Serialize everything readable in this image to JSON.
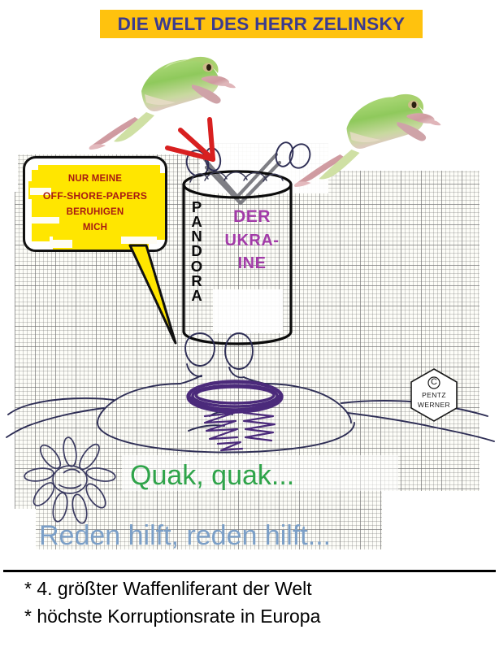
{
  "header": {
    "title": "DIE WELT DES HERR ZELINSKY",
    "bg_color": "#FFC20E",
    "text_color": "#3B3B8F"
  },
  "speech_bubble": {
    "line1": "NUR MEINE",
    "line2": "OFF-SHORE-PAPERS",
    "line3": "BERUHIGEN",
    "line4": "MICH",
    "text_color": "#A81B12",
    "highlight_color": "#FFE600"
  },
  "jar": {
    "label_vertical": "PANDORA",
    "letters": [
      "P",
      "A",
      "N",
      "D",
      "O",
      "R",
      "A"
    ],
    "line1": "DER",
    "line2": "UKRA-",
    "line3": "INE",
    "text_color": "#A23BA8"
  },
  "captions": {
    "quak": "Quak, quak...",
    "quak_color": "#2FA44A",
    "reden": "Reden hilft, reden hilft...",
    "reden_color": "#7B9FC7"
  },
  "footer": {
    "bullet1": "* 4. größter Waffenliferant der Welt",
    "bullet2": "* höchste Korruptionsrate in Europa"
  },
  "stamp": {
    "copyright": "©",
    "line1": "PENTZ",
    "line2": "WERNER"
  },
  "artwork": {
    "frog_left": "leaping-green-tree-frog",
    "frog_right": "leaping-green-tree-frog-mirrored",
    "arrow": "red-arrow-pointing-at-jar",
    "flower": "hand-drawn-daisy",
    "creature": "hand-drawn-frog-figure-holding-jar",
    "mouth_color": "#4B2A7B",
    "ink_color": "#2E2E55"
  }
}
